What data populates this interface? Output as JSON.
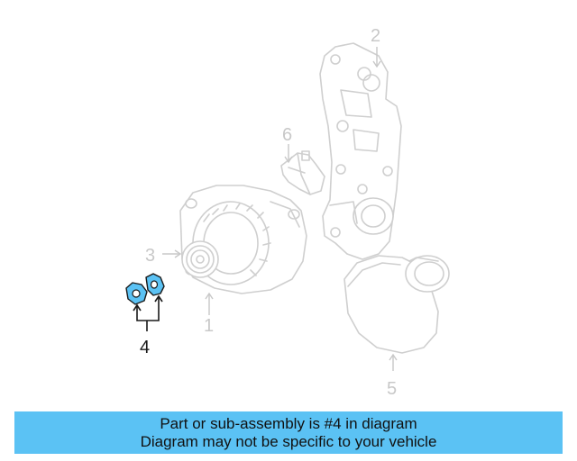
{
  "diagram": {
    "callouts": [
      {
        "id": "1",
        "label": "1",
        "highlighted": false
      },
      {
        "id": "2",
        "label": "2",
        "highlighted": false
      },
      {
        "id": "3",
        "label": "3",
        "highlighted": false
      },
      {
        "id": "4",
        "label": "4",
        "highlighted": true
      },
      {
        "id": "5",
        "label": "5",
        "highlighted": false
      },
      {
        "id": "6",
        "label": "6",
        "highlighted": false
      }
    ],
    "colors": {
      "highlight_part": "#5bc2f4",
      "line_art": "#cfcfcf",
      "active_callout": "#1a1a1a"
    }
  },
  "banner": {
    "line1": "Part or sub-assembly is #4 in diagram",
    "line2": "Diagram may not be specific to your vehicle",
    "background": "#5bc2f4"
  }
}
